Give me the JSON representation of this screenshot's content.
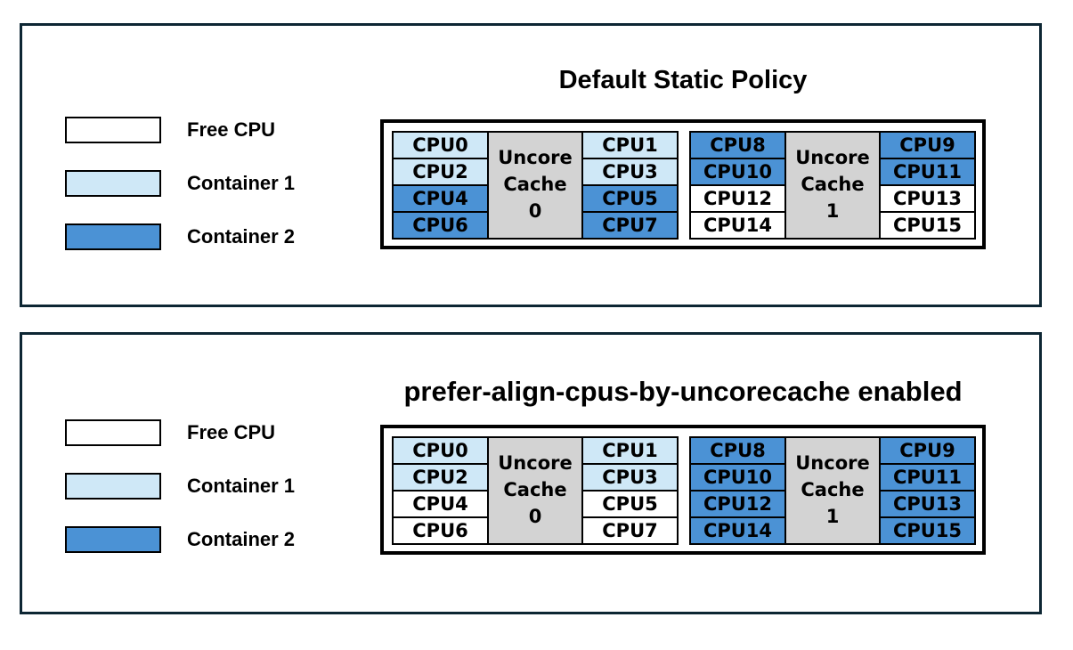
{
  "colors": {
    "free": "#ffffff",
    "container1": "#cfe8f7",
    "container2": "#4b92d5",
    "cache": "#d3d3d3",
    "panel_border": "#0d2633",
    "cell_border": "#000000"
  },
  "legend": [
    {
      "label": "Free CPU",
      "state": "free"
    },
    {
      "label": "Container 1",
      "state": "container1"
    },
    {
      "label": "Container 2",
      "state": "container2"
    }
  ],
  "panels": [
    {
      "title": "Default Static Policy",
      "groups": [
        {
          "cache": [
            "Uncore",
            "Cache",
            "0"
          ],
          "left": [
            {
              "label": "CPU0",
              "state": "container1"
            },
            {
              "label": "CPU2",
              "state": "container1"
            },
            {
              "label": "CPU4",
              "state": "container2"
            },
            {
              "label": "CPU6",
              "state": "container2"
            }
          ],
          "right": [
            {
              "label": "CPU1",
              "state": "container1"
            },
            {
              "label": "CPU3",
              "state": "container1"
            },
            {
              "label": "CPU5",
              "state": "container2"
            },
            {
              "label": "CPU7",
              "state": "container2"
            }
          ]
        },
        {
          "cache": [
            "Uncore",
            "Cache",
            "1"
          ],
          "left": [
            {
              "label": "CPU8",
              "state": "container2"
            },
            {
              "label": "CPU10",
              "state": "container2"
            },
            {
              "label": "CPU12",
              "state": "free"
            },
            {
              "label": "CPU14",
              "state": "free"
            }
          ],
          "right": [
            {
              "label": "CPU9",
              "state": "container2"
            },
            {
              "label": "CPU11",
              "state": "container2"
            },
            {
              "label": "CPU13",
              "state": "free"
            },
            {
              "label": "CPU15",
              "state": "free"
            }
          ]
        }
      ]
    },
    {
      "title": "prefer-align-cpus-by-uncorecache enabled",
      "groups": [
        {
          "cache": [
            "Uncore",
            "Cache",
            "0"
          ],
          "left": [
            {
              "label": "CPU0",
              "state": "container1"
            },
            {
              "label": "CPU2",
              "state": "container1"
            },
            {
              "label": "CPU4",
              "state": "free"
            },
            {
              "label": "CPU6",
              "state": "free"
            }
          ],
          "right": [
            {
              "label": "CPU1",
              "state": "container1"
            },
            {
              "label": "CPU3",
              "state": "container1"
            },
            {
              "label": "CPU5",
              "state": "free"
            },
            {
              "label": "CPU7",
              "state": "free"
            }
          ]
        },
        {
          "cache": [
            "Uncore",
            "Cache",
            "1"
          ],
          "left": [
            {
              "label": "CPU8",
              "state": "container2"
            },
            {
              "label": "CPU10",
              "state": "container2"
            },
            {
              "label": "CPU12",
              "state": "container2"
            },
            {
              "label": "CPU14",
              "state": "container2"
            }
          ],
          "right": [
            {
              "label": "CPU9",
              "state": "container2"
            },
            {
              "label": "CPU11",
              "state": "container2"
            },
            {
              "label": "CPU13",
              "state": "container2"
            },
            {
              "label": "CPU15",
              "state": "container2"
            }
          ]
        }
      ]
    }
  ]
}
